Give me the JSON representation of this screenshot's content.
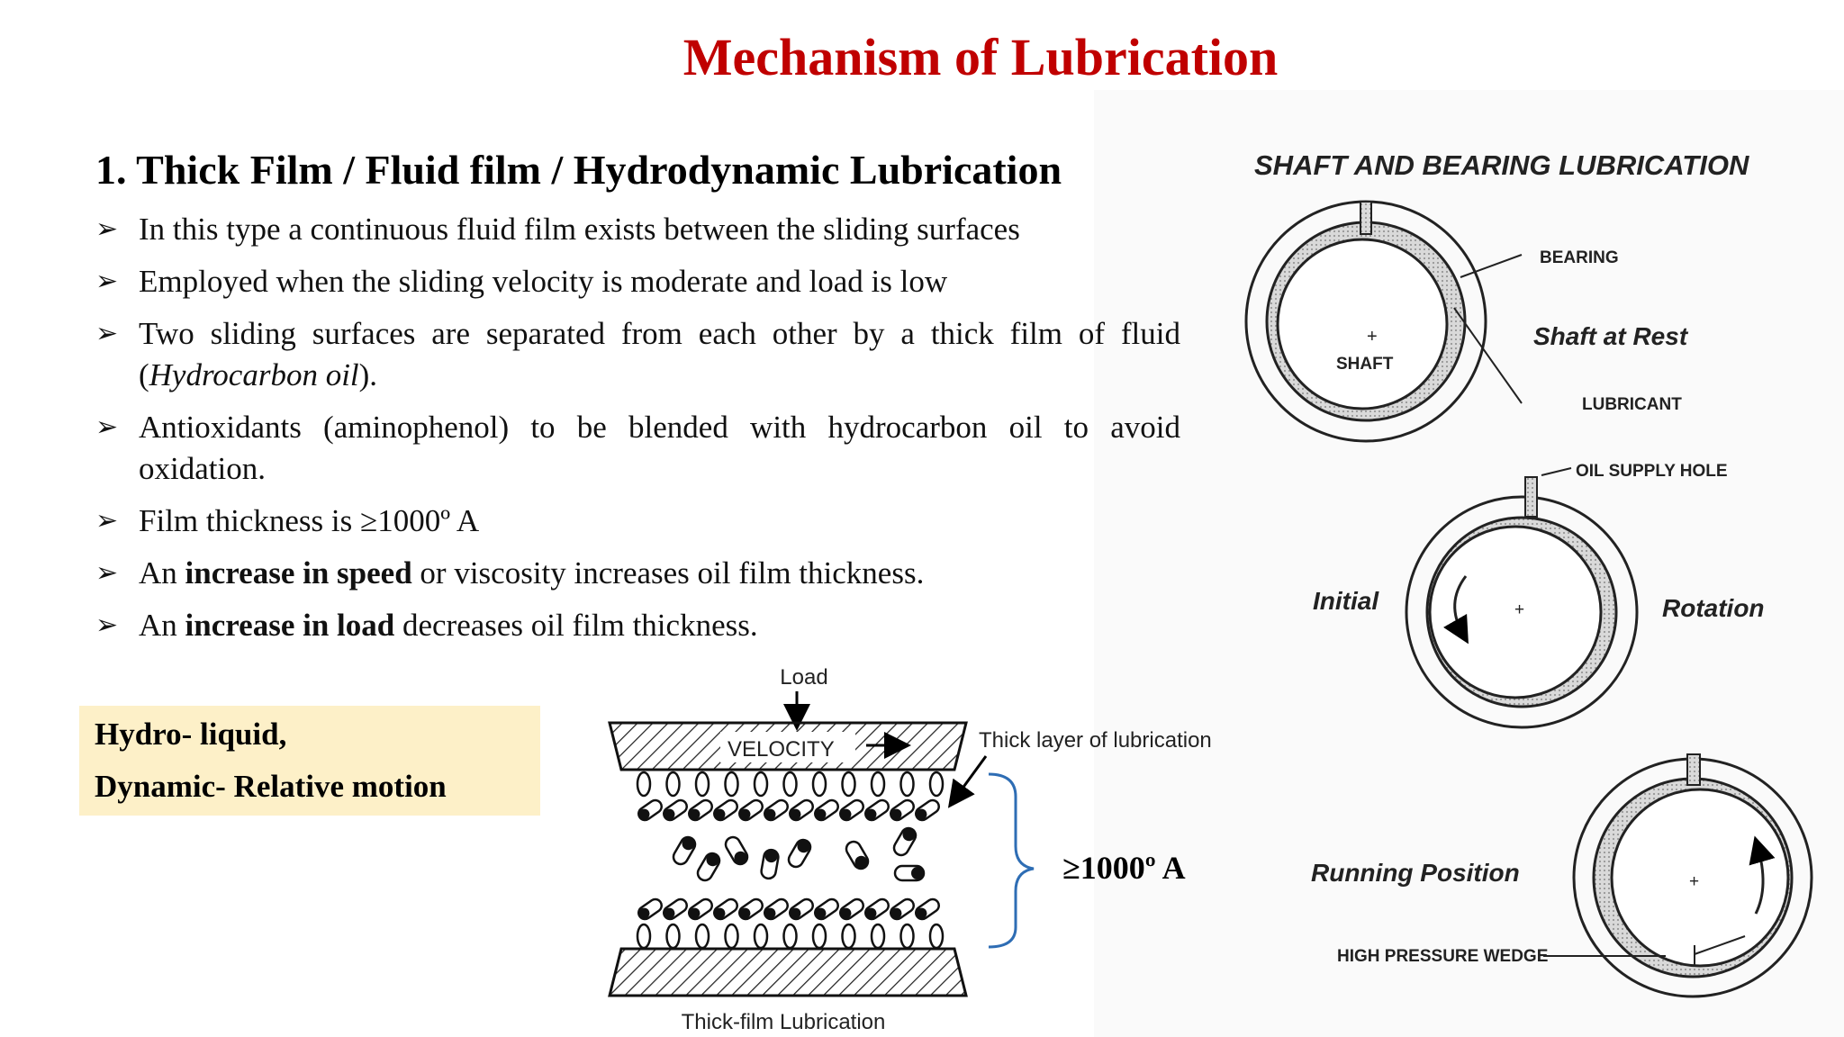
{
  "title": "Mechanism of Lubrication",
  "subtitle": "1. Thick Film / Fluid film / Hydrodynamic Lubrication",
  "bullet_marker": "➢",
  "bullets": [
    {
      "pre": "In this type a continuous fluid film exists between the sliding surfaces",
      "bold": "",
      "italic": "",
      "post": ""
    },
    {
      "pre": "Employed when the sliding velocity is moderate and load is low",
      "bold": "",
      "italic": "",
      "post": ""
    },
    {
      "pre": "Two sliding surfaces are separated from each other by a thick film of fluid (",
      "bold": "",
      "italic": "Hydrocarbon oil",
      "post": ")."
    },
    {
      "pre": "Antioxidants (aminophenol) to be blended with hydrocarbon oil to avoid oxidation.",
      "bold": "",
      "italic": "",
      "post": ""
    },
    {
      "pre": "Film thickness is ≥1000º A",
      "bold": "",
      "italic": "",
      "post": ""
    },
    {
      "pre": "An ",
      "bold": "increase in speed",
      "italic": "",
      "post": " or viscosity increases oil film thickness."
    },
    {
      "pre": "An ",
      "bold": "increase in load",
      "italic": "",
      "post": " decreases oil film thickness."
    }
  ],
  "note": {
    "line1": "Hydro- liquid,",
    "line2": "Dynamic- Relative motion"
  },
  "film_diagram": {
    "load_label": "Load",
    "velocity_label": "VELOCITY",
    "thick_layer_label": "Thick layer of lubrication",
    "thickness_label": "≥1000º A",
    "caption": "Thick-film Lubrication",
    "bracket_color": "#2e6db4"
  },
  "bearing_diagram": {
    "heading": "SHAFT AND BEARING LUBRICATION",
    "bearing_label": "BEARING",
    "shaft_label": "SHAFT",
    "lubricant_label": "LUBRICANT",
    "shaft_at_rest": "Shaft at Rest",
    "oil_supply_label": "OIL SUPPLY HOLE",
    "initial_label": "Initial",
    "rotation_label": "Rotation",
    "running_label": "Running Position",
    "wedge_label": "HIGH PRESSURE WEDGE"
  },
  "colors": {
    "title": "#c00000",
    "note_bg": "#fdf0c8"
  }
}
